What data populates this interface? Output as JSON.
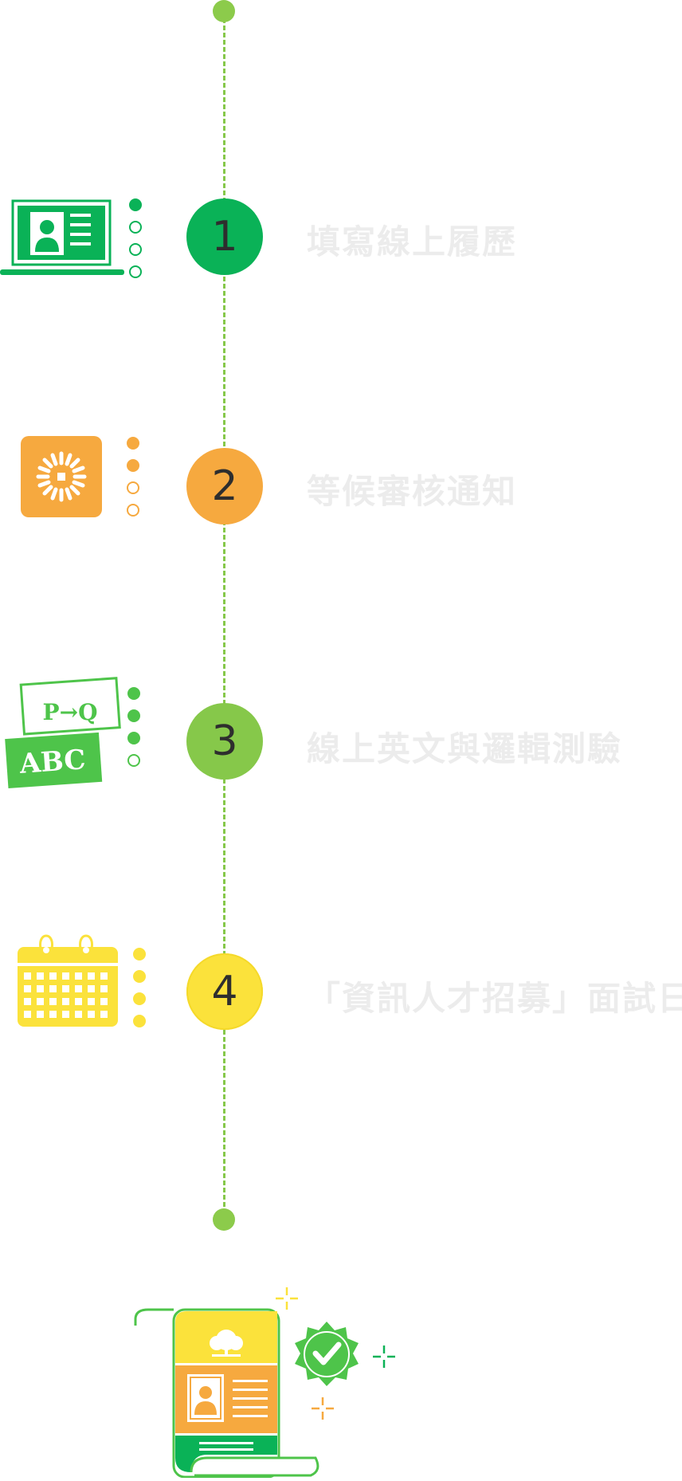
{
  "colors": {
    "green_dark": "#0ab257",
    "orange": "#f6a93f",
    "green_light": "#86c84a",
    "yellow": "#fbe23b",
    "label_text": "#ececec"
  },
  "steps": [
    {
      "number": "1",
      "label": "填寫線上履歷",
      "icon": "laptop-resume-icon",
      "color": "#0ab257",
      "filled_dots": 1
    },
    {
      "number": "2",
      "label": "等候審核通知",
      "icon": "loading-icon",
      "color": "#f6a93f",
      "filled_dots": 2
    },
    {
      "number": "3",
      "label": "線上英文與邏輯測驗",
      "icon": "logic-abc-icon",
      "color": "#86c84a",
      "filled_dots": 3
    },
    {
      "number": "4",
      "label": "「資訊人才招募」面試日",
      "icon": "calendar-icon",
      "color": "#fbe23b",
      "filled_dots": 4
    }
  ],
  "icons": {
    "logic_card_text": "P→Q",
    "abc_card_text": "ABC"
  },
  "final_icon": "certificate-badge-icon"
}
